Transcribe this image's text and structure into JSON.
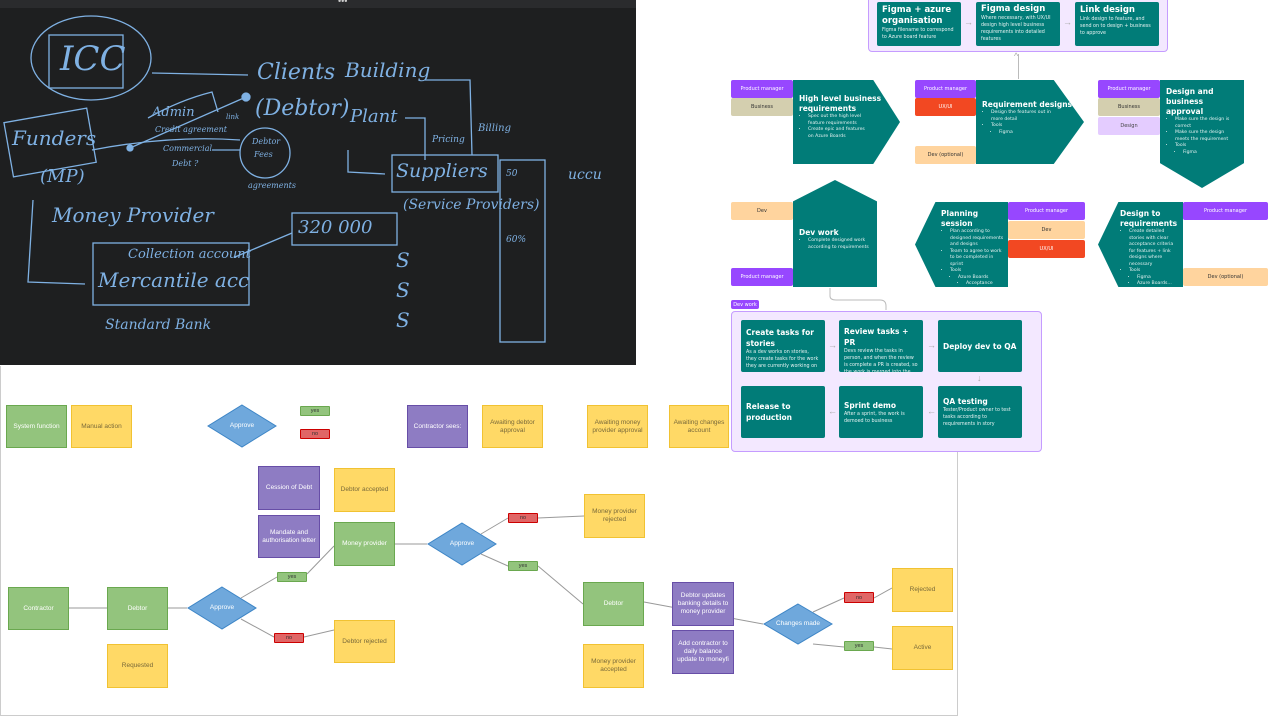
{
  "whiteboard": {
    "menu_dots": "•••",
    "labels": {
      "icc": "ICC",
      "clients": "Clients",
      "debtor": "(Debtor)",
      "funders": "Funders",
      "mp": "(MP)",
      "admin": "Admin",
      "credit_agreement": "Credit agreement",
      "link": "link",
      "commercial": "Commercial",
      "debt": "Debt ?",
      "debtor_fees": "Debtor",
      "fees": "Fees",
      "agreements": "agreements",
      "money_provider": "Money Provider",
      "building": "Building",
      "plant": "Plant",
      "pricing": "Pricing",
      "billing": "Billing",
      "suppliers": "Suppliers",
      "service_providers": "(Service Providers)",
      "col_a": "50",
      "col_b": "60%",
      "right_note": "uccu",
      "amount": "320 000",
      "collection": "Collection account",
      "mercantile": "Mercantile acc",
      "standard_bank": "Standard Bank",
      "s": "S"
    }
  },
  "process": {
    "design_group": [
      {
        "title": "Figma + azure organisation",
        "desc": "Figma filename to correspond to Azure board feature"
      },
      {
        "title": "Figma design",
        "desc": "Where necessary, with UX/UI design high level business requirements into detailed features"
      },
      {
        "title": "Link design",
        "desc": "Link design to feature, and send on to design + business to approve"
      }
    ],
    "roles": {
      "pm": "Product manager",
      "business": "Business",
      "uxui": "UX/UI",
      "dev_optional": "Dev (optional)",
      "design": "Design",
      "dev": "Dev"
    },
    "high_level": {
      "title": "High level business requirements",
      "bullets": [
        "Spec out the high level feature requirements",
        "Create epic and features on Azure Boards"
      ]
    },
    "req_designs": {
      "title": "Requirement designs",
      "bullets": [
        "Design the features out in more detail",
        "Tools"
      ],
      "sub": [
        "Figma"
      ]
    },
    "approval": {
      "title": "Design and business approval",
      "bullets": [
        "Make sure the design is correct",
        "Make sure the design meets the requirement",
        "Tools"
      ],
      "sub": [
        "Figma"
      ]
    },
    "dev_work": {
      "title": "Dev work",
      "bullets": [
        "Complete designed work according to requirements"
      ]
    },
    "planning": {
      "title": "Planning session",
      "bullets": [
        "Plan according to designed requirements and designs",
        "Team to agree to work to be completed in sprint",
        "Tools"
      ],
      "sub": [
        "Azure Boards"
      ],
      "subsub": [
        "Acceptance Criteria"
      ]
    },
    "design_to_req": {
      "title": "Design to requirements",
      "bullets": [
        "Create detailed stories with clear acceptance criteria for features + link designs where necessary",
        "Tools"
      ],
      "sub": [
        "Figma",
        "Azure Boards..."
      ]
    },
    "dev_group_tag": "Dev work",
    "dev_cards": [
      {
        "title": "Create tasks for stories",
        "desc": "As a dev works on stories, they create tasks for the work they are currently working on"
      },
      {
        "title": "Review tasks + PR",
        "desc": "Devs review the tasks in person, and when the review is complete a PR is created, so the work is merged into the dev branch"
      },
      {
        "title": "Deploy dev to QA",
        "desc": ""
      },
      {
        "title": "QA testing",
        "desc": "Tester/Product owner to test tasks according to requirements in story"
      },
      {
        "title": "Sprint demo",
        "desc": "After a sprint, the work is demoed to business"
      },
      {
        "title": "Release to production",
        "desc": ""
      }
    ],
    "colors": {
      "teal": "#017c78",
      "pm": "#9747ff",
      "uxui": "#f24822",
      "dev": "#ffd49e",
      "business": "#d4cfaf",
      "design": "#e4ccff"
    }
  },
  "flow": {
    "legend": {
      "system_function": "System function",
      "manual_action": "Manual action",
      "approve": "Approve",
      "yes": "yes",
      "no": "no",
      "contractor_sees": "Contractor sees:",
      "awaiting_debtor": "Awaiting debtor approval",
      "awaiting_mp": "Awaiting money provider approval",
      "awaiting_changes": "Awaiting changes account"
    },
    "nodes": {
      "cession": "Cession of Debt",
      "mandate": "Mandate and authorisation letter",
      "debtor_accepted": "Debtor accepted",
      "money_provider": "Money provider",
      "approve": "Approve",
      "mp_rejected": "Money provider rejected",
      "contractor": "Contractor",
      "debtor": "Debtor",
      "requested": "Requested",
      "debtor_rejected": "Debtor rejected",
      "mp_accepted": "Money provider accepted",
      "debtor_updates": "Debtor updates banking details to money provider",
      "add_contractor": "Add contractor to daily balance update to moneyfi",
      "changes_made": "Changes made",
      "rejected": "Rejected",
      "active": "Active",
      "yes": "yes",
      "no": "no"
    },
    "colors": {
      "system": "#93c47d",
      "manual": "#ffd966",
      "contractor_view": "#8e7cc3",
      "decision": "#6fa8dc",
      "no": "#e06666"
    }
  }
}
